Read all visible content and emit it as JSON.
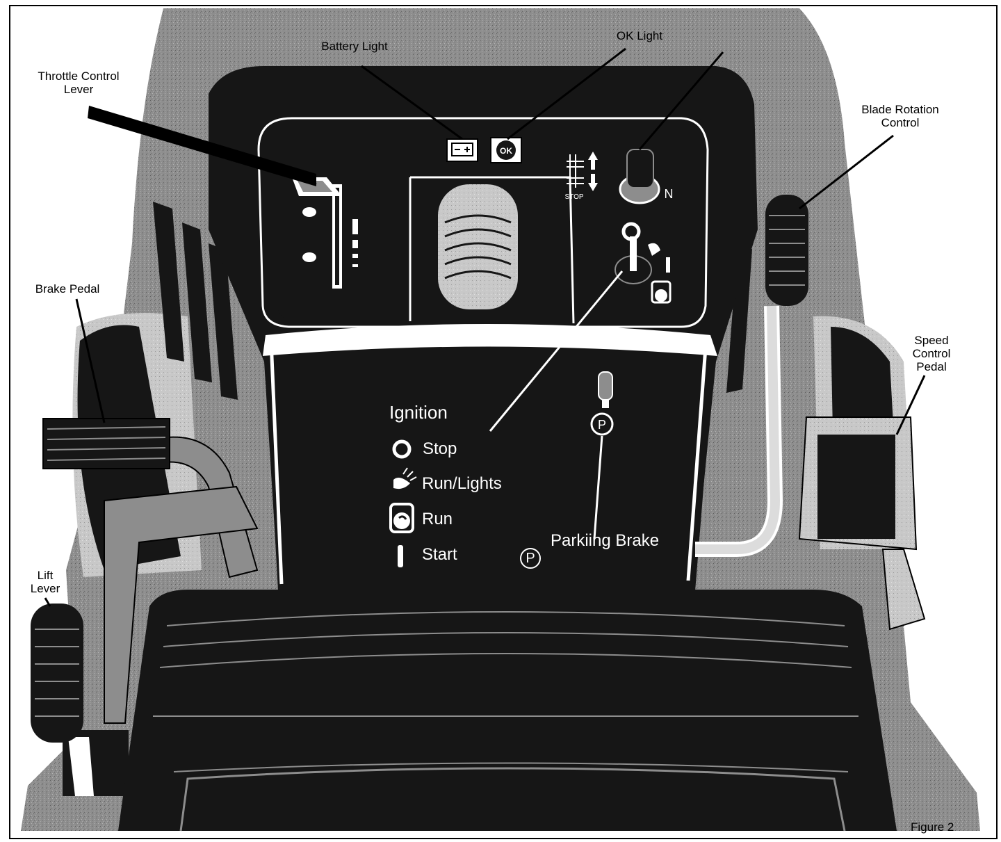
{
  "colors": {
    "background": "#ffffff",
    "dark": "#161616",
    "mid_gray": "#8d8d8d",
    "light_gray": "#c9c9c9",
    "ink": "#000000",
    "panel_text": "#ffffff"
  },
  "callouts": {
    "throttle_control_lever": "Throttle Control\nLever",
    "battery_light": "Battery Light",
    "ok_light": "OK Light",
    "blade_rotation_control": "Blade Rotation\nControl",
    "brake_pedal": "Brake Pedal",
    "speed_control_pedal": "Speed\nControl\nPedal",
    "lift_lever": "Lift\nLever"
  },
  "panel": {
    "battery_icon": "battery-icon",
    "ok_indicator_text": "OK",
    "blade_status": "STOP",
    "neutral_mark": "N",
    "parking_symbol": "P"
  },
  "ignition": {
    "title": "Ignition",
    "positions": [
      {
        "icon": "ring-icon",
        "label": "Stop"
      },
      {
        "icon": "headlight-icon",
        "label": "Run/Lights"
      },
      {
        "icon": "rotate-arrow-icon",
        "label": "Run"
      },
      {
        "icon": "bar-icon",
        "label": "Start"
      }
    ]
  },
  "parking_brake": {
    "symbol": "P",
    "label": "Parkiing Brake"
  },
  "figure_label": "Figure 2"
}
